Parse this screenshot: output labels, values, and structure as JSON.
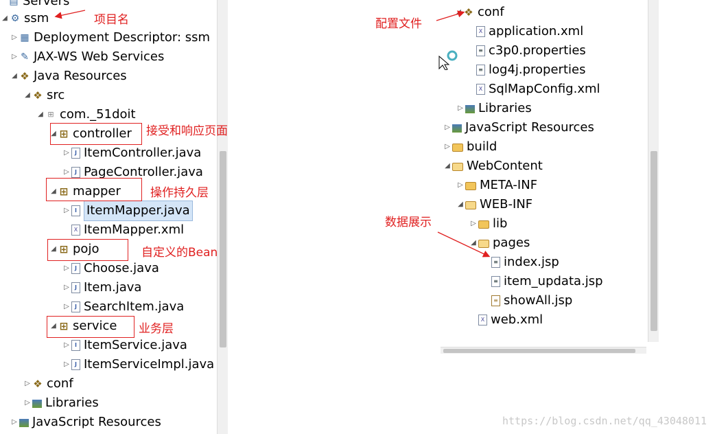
{
  "left_tree": {
    "servers": "Servers",
    "project": "ssm",
    "deployment_descriptor": "Deployment Descriptor: ssm",
    "jaxws": "JAX-WS Web Services",
    "java_resources": "Java Resources",
    "src": "src",
    "package_root": "com._51doit",
    "controller": "controller",
    "item_controller": "ItemController.java",
    "page_controller": "PageController.java",
    "mapper": "mapper",
    "item_mapper_java": "ItemMapper.java",
    "item_mapper_xml": "ItemMapper.xml",
    "pojo": "pojo",
    "choose_java": "Choose.java",
    "item_java": "Item.java",
    "search_item_java": "SearchItem.java",
    "service": "service",
    "item_service": "ItemService.java",
    "item_service_impl": "ItemServiceImpl.java",
    "conf": "conf",
    "libraries": "Libraries",
    "js_resources": "JavaScript Resources"
  },
  "right_tree": {
    "conf": "conf",
    "application_xml": "application.xml",
    "c3p0": "c3p0.properties",
    "log4j": "log4j.properties",
    "sqlmap": "SqlMapConfig.xml",
    "libraries": "Libraries",
    "js_resources": "JavaScript Resources",
    "build": "build",
    "webcontent": "WebContent",
    "metainf": "META-INF",
    "webinf": "WEB-INF",
    "lib": "lib",
    "pages": "pages",
    "index_jsp": "index.jsp",
    "item_updata_jsp": "item_updata.jsp",
    "showall_jsp": "showAll.jsp",
    "web_xml": "web.xml"
  },
  "annotations": {
    "project_name": "项目名",
    "controller_note": "接受和响应页面",
    "mapper_note": "操作持久层",
    "pojo_note": "自定义的Bean",
    "service_note": "业务层",
    "config_note": "配置文件",
    "data_note": "数据展示"
  },
  "watermark": "https://blog.csdn.net/qq_43048011",
  "colors": {
    "annotation": "#e02020",
    "selection": "#d4e5f7"
  }
}
